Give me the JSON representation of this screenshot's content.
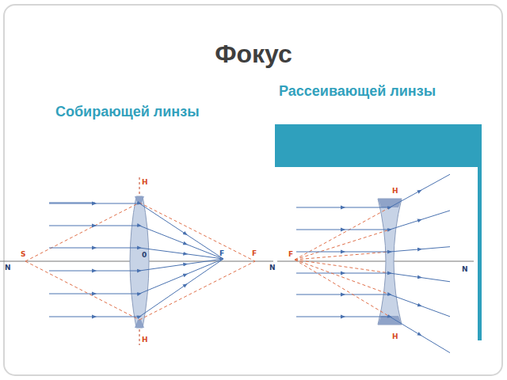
{
  "diagram": {
    "title": "Фокус",
    "labels": [
      "Рассеивающей линзы",
      "Собирающей линзы",
      "H",
      "S",
      "0",
      "F",
      "F",
      "N",
      "H",
      "H",
      "F",
      "N",
      "N",
      "H"
    ]
  }
}
